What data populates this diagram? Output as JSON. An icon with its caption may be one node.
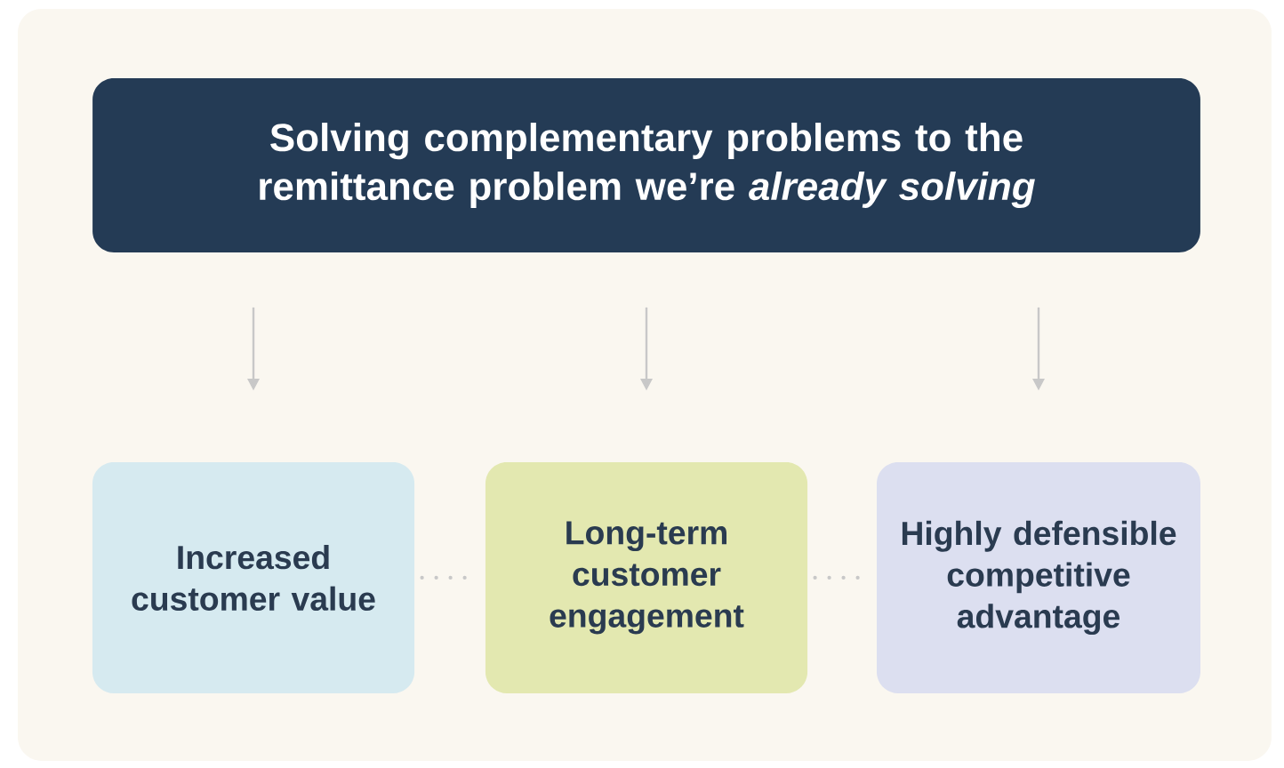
{
  "diagram": {
    "nodes": [
      {
        "text": [
          "Solving complementary problems to the remittance problem we’re *already solving*"
        ]
      },
      {
        "text": [
          "Increased customer value"
        ]
      },
      {
        "text": [
          "Long-term customer engagement"
        ]
      },
      {
        "text": [
          "Highly defensible competitive advantage"
        ]
      }
    ],
    "edges": [
      {
        "from": 0,
        "to": 1,
        "arrow": "to"
      },
      {
        "from": 0,
        "to": 2,
        "arrow": "to"
      },
      {
        "from": 0,
        "to": 3,
        "arrow": "to"
      },
      {
        "from": 1,
        "to": 2,
        "arrow": "none",
        "style": "dashed"
      },
      {
        "from": 2,
        "to": 3,
        "arrow": "none",
        "style": "dashed"
      }
    ]
  }
}
